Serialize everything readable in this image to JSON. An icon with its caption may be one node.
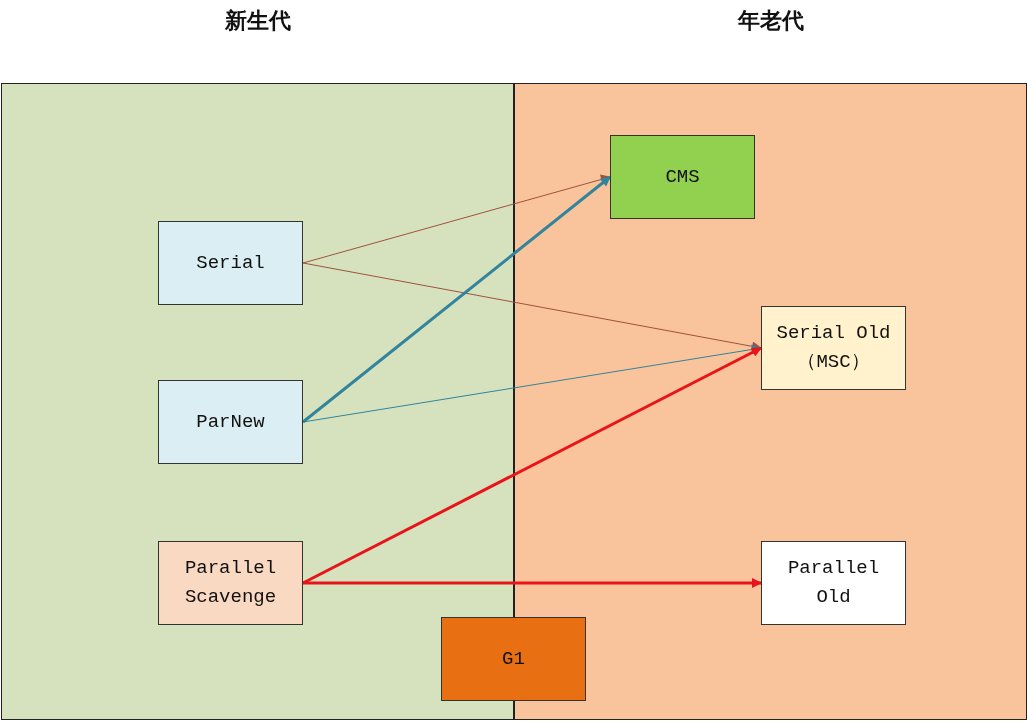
{
  "diagram": {
    "nodes": [
      {
        "text": [
          "新生代"
        ]
      },
      {
        "text": [
          "年老代"
        ]
      },
      {
        "text": [
          "Serial"
        ],
        "in": 0
      },
      {
        "text": [
          "ParNew"
        ],
        "in": 0
      },
      {
        "text": [
          "Parallel Scavenge"
        ],
        "in": 0
      },
      {
        "text": [
          "CMS"
        ],
        "in": 1
      },
      {
        "text": [
          "Serial Old （MSC）"
        ],
        "in": 1
      },
      {
        "text": [
          "Parallel Old"
        ],
        "in": 1
      },
      {
        "text": [
          "G1"
        ]
      }
    ],
    "edges": [
      {
        "from": 2,
        "to": 5,
        "arrow": "to",
        "color": "#a0523c"
      },
      {
        "from": 2,
        "to": 6,
        "arrow": "to",
        "color": "#a0523c"
      },
      {
        "from": 3,
        "to": 5,
        "arrow": "to",
        "style": "thick",
        "color": "#31849b"
      },
      {
        "from": 3,
        "to": 6,
        "arrow": "to",
        "color": "#31849b"
      },
      {
        "from": 4,
        "to": 6,
        "arrow": "to",
        "style": "thick",
        "color": "#e8141a"
      },
      {
        "from": 4,
        "to": 7,
        "arrow": "to",
        "style": "thick",
        "color": "#e8141a"
      }
    ]
  }
}
